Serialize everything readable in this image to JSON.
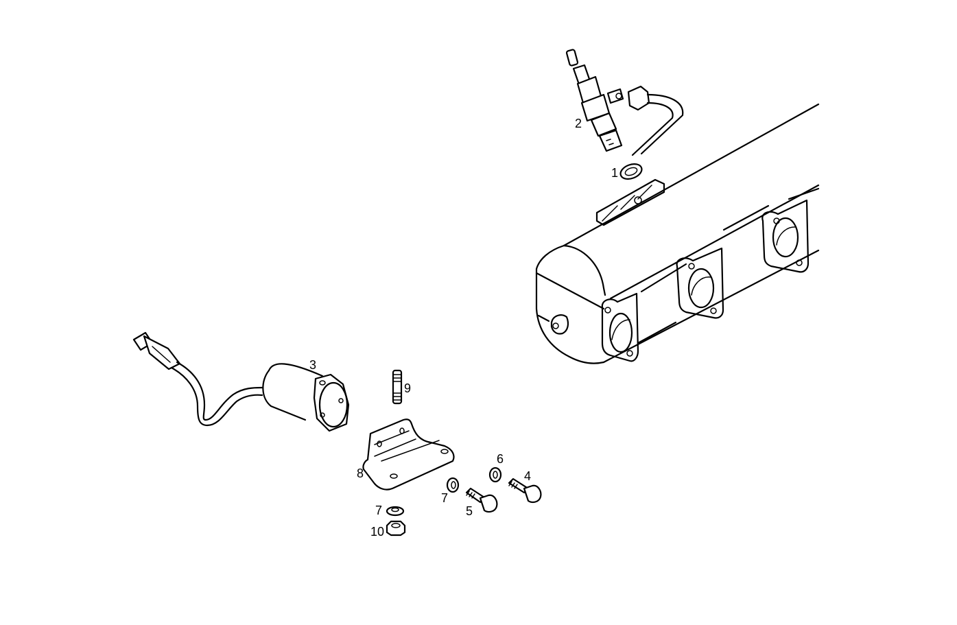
{
  "diagram": {
    "type": "exploded-parts-view",
    "background": "#ffffff",
    "line_color": "#000000",
    "parts": [
      {
        "id": "exhaust-manifold",
        "label": null,
        "description": "exhaust manifold with three ports"
      },
      {
        "id": "gasket-ring",
        "label": "1"
      },
      {
        "id": "sensor-plug",
        "label": "2"
      },
      {
        "id": "sensor-with-cable",
        "label": "3"
      },
      {
        "id": "bolt-long",
        "label": "4"
      },
      {
        "id": "bolt-short",
        "label": "5"
      },
      {
        "id": "washer-small",
        "label": "6"
      },
      {
        "id": "washer-upper",
        "label": "7"
      },
      {
        "id": "washer-lower",
        "label": "7"
      },
      {
        "id": "bracket",
        "label": "8"
      },
      {
        "id": "stud",
        "label": "9"
      },
      {
        "id": "nut",
        "label": "10"
      }
    ]
  },
  "callouts": {
    "c1": "1",
    "c2": "2",
    "c3": "3",
    "c4": "4",
    "c5": "5",
    "c6": "6",
    "c7a": "7",
    "c7b": "7",
    "c8": "8",
    "c9": "9",
    "c10": "10"
  }
}
